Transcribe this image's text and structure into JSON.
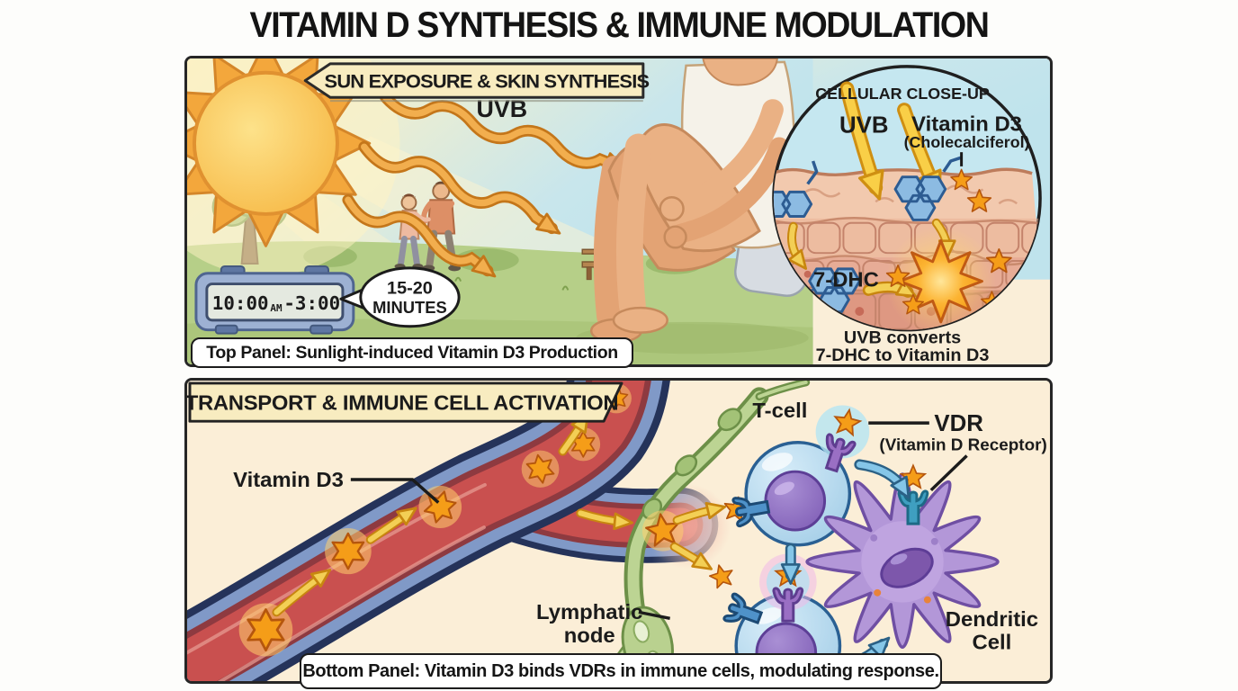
{
  "page": {
    "title": "VITAMIN D SYNTHESIS & IMMUNE MODULATION"
  },
  "top_panel": {
    "header": "SUN EXPOSURE & SKIN SYNTHESIS",
    "scene": {
      "uvb_label": "UVB",
      "clock": {
        "start_time": "10:00",
        "meridiem": "AM",
        "end_time": "-3:00"
      },
      "bubble": {
        "line1": "15-20",
        "line2": "MINUTES"
      }
    },
    "closeup": {
      "title": "CELLULAR CLOSE-UP",
      "uvb_label": "UVB",
      "vitamin_label": "Vitamin D3",
      "vitamin_sublabel": "(Cholecalciferol)",
      "dhc_label": "7-DHC",
      "note_line1": "UVB converts",
      "note_line2": "7-DHC to Vitamin D3"
    },
    "caption": "Top Panel: Sunlight-induced Vitamin D3 Production"
  },
  "bottom_panel": {
    "header": "TRANSPORT & IMMUNE CELL ACTIVATION",
    "labels": {
      "vitamin_d3": "Vitamin D3",
      "t_cell": "T-cell",
      "vdr": "VDR",
      "vdr_sub": "(Vitamin D Receptor)",
      "lymphatic_line1": "Lymphatic",
      "lymphatic_line2": "node",
      "dendritic_line1": "Dendritic",
      "dendritic_line2": "Cell"
    },
    "caption": "Bottom Panel: Vitamin D3 binds VDRs in immune cells, modulating response."
  },
  "colors": {
    "accent_orange": "#f59d18",
    "vessel_red": "#c9504f",
    "vessel_wall_blue": "#8099c7",
    "lymph_green": "#a3c277",
    "cell_blue": "#a8d3ea",
    "nucleus_purple": "#8f6fc2",
    "dendritic_purple": "#b397d8",
    "banner_cream": "#f8ecc0",
    "panel_cream": "#faeed8"
  }
}
